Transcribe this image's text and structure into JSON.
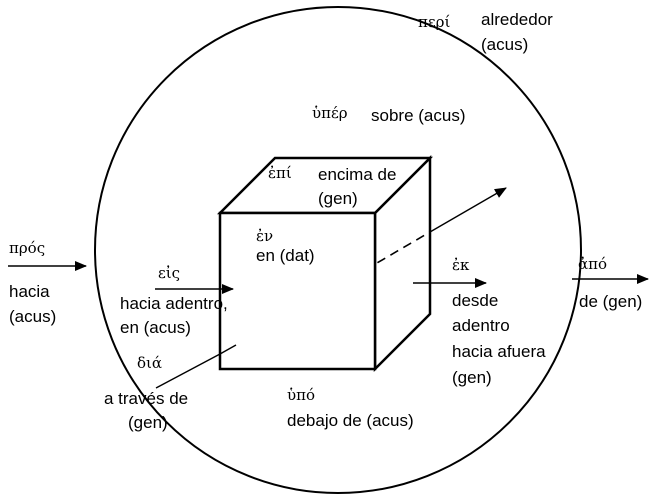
{
  "diagram": {
    "colors": {
      "ink": "#000000",
      "background": "#ffffff",
      "box_right_face": "#ffffff"
    },
    "peri": {
      "greek": "περί",
      "gloss_line1": "alrededor",
      "gloss_line2": "(acus)"
    },
    "huper": {
      "greek": "ὑπέρ",
      "gloss": "sobre (acus)"
    },
    "epi": {
      "greek": "ἐπί",
      "gloss_line1": "encima de",
      "gloss_line2": "(gen)"
    },
    "en": {
      "greek": "ἐν",
      "gloss": "en (dat)"
    },
    "pros": {
      "greek": "πρός",
      "gloss_line1": "hacia",
      "gloss_line2": "(acus)"
    },
    "eis": {
      "greek": "εἰς",
      "gloss_line1": "hacia adentro,",
      "gloss_line2": "en (acus)"
    },
    "ek": {
      "greek": "ἐκ",
      "gloss_line1": "desde",
      "gloss_line2": "adentro",
      "gloss_line3": "hacia afuera",
      "gloss_line4": "(gen)"
    },
    "apo": {
      "greek": "ἀπό",
      "gloss": "de (gen)"
    },
    "dia": {
      "greek": "διά",
      "gloss_line1": "a través de",
      "gloss_line2": "(gen)"
    },
    "hupo": {
      "greek": "ὑπό",
      "gloss": "debajo de (acus)"
    }
  }
}
